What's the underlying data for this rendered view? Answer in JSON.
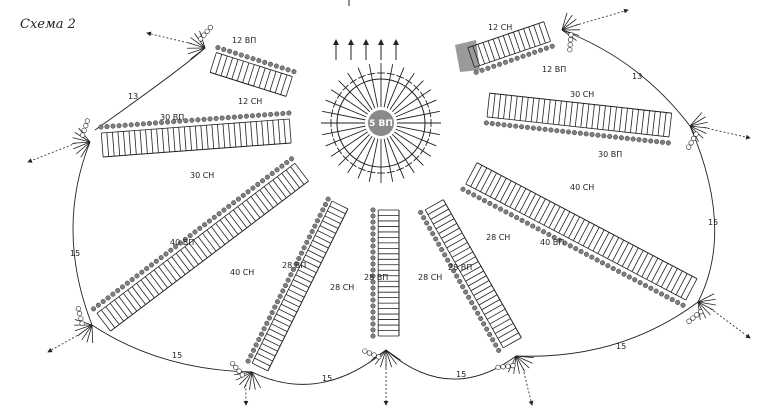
{
  "title": "Схема 2",
  "center_label": "5 ВП",
  "top_arrows_count": 5,
  "colors": {
    "ink": "#222222",
    "bead": "#7f7f7f",
    "shade": "#9a9a9a",
    "center": "#8a8a8a"
  },
  "spokes": [
    {
      "id": "spoke-upper-left",
      "inner_label": "12 ВП",
      "outer_label": "12 СН"
    },
    {
      "id": "spoke-left",
      "inner_label": "30 ВП",
      "outer_label": "30 СН"
    },
    {
      "id": "spoke-lower-left",
      "inner_label": "40 ВП",
      "outer_label": "40 СН"
    },
    {
      "id": "spoke-bottom-left",
      "inner_label": "28 ВП",
      "outer_label": "28 СН"
    },
    {
      "id": "spoke-bottom",
      "inner_label": "28 ВП",
      "outer_label": "28 СН"
    },
    {
      "id": "spoke-bottom-right",
      "inner_label": "28 СН",
      "outer_label": "28 ВП"
    },
    {
      "id": "spoke-lower-right",
      "inner_label": "40 СН",
      "outer_label": "40 ВП"
    },
    {
      "id": "spoke-right",
      "inner_label": "30 СН",
      "outer_label": "30 ВП"
    },
    {
      "id": "spoke-upper-right",
      "inner_label": "12 СН",
      "outer_label": "12 ВП"
    }
  ],
  "arc_labels": [
    "13",
    "13",
    "15",
    "15",
    "15",
    "15",
    "15"
  ]
}
